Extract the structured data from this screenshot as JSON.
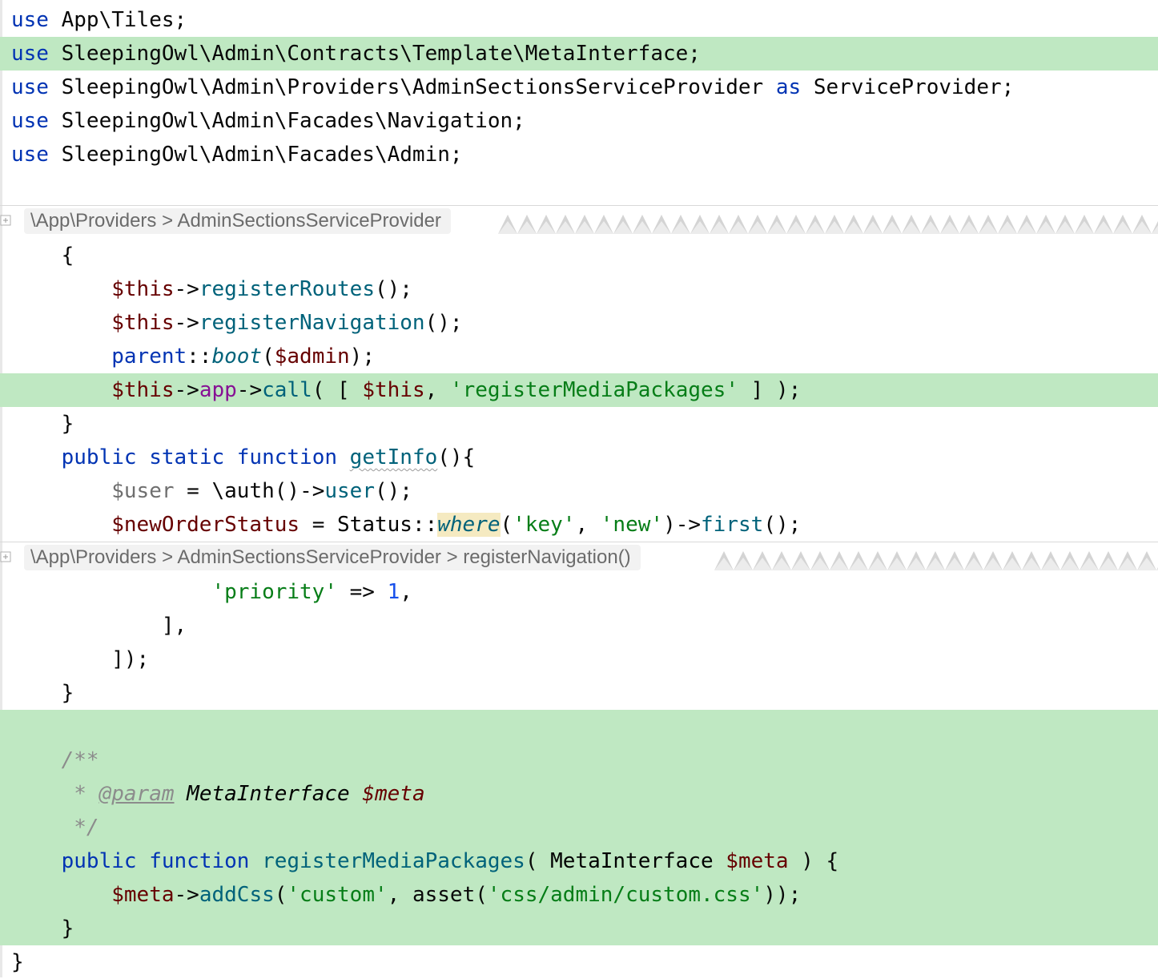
{
  "imports": {
    "l1": {
      "kw": "use",
      "path": "App\\Tiles;"
    },
    "l2": {
      "kw": "use",
      "path": "SleepingOwl\\Admin\\Contracts\\Template\\MetaInterface;"
    },
    "l3": {
      "kw": "use",
      "path": "SleepingOwl\\Admin\\Providers\\AdminSectionsServiceProvider",
      "as": "as",
      "alias": "ServiceProvider;"
    },
    "l4": {
      "kw": "use",
      "path": "SleepingOwl\\Admin\\Facades\\Navigation;"
    },
    "l5": {
      "kw": "use",
      "path": "SleepingOwl\\Admin\\Facades\\Admin;"
    }
  },
  "breadcrumbs": {
    "first": "\\App\\Providers > AdminSectionsServiceProvider",
    "second": "\\App\\Providers > AdminSectionsServiceProvider > registerNavigation()"
  },
  "code": {
    "brace_open": "{",
    "this": "$this",
    "arrow": "->",
    "registerRoutes": "registerRoutes",
    "registerNavigation": "registerNavigation",
    "call_end": "();",
    "parent": "parent",
    "dcolon": "::",
    "boot": "boot",
    "admin_arg": "$admin",
    "paren_open": "(",
    "paren_close_semi": ");",
    "app": "app",
    "call": "call",
    "call_open": "( [ ",
    "comma": ", ",
    "registerMediaPackages_str": "'registerMediaPackages'",
    "call_close": " ] );",
    "brace_close": "}",
    "public": "public",
    "static": "static",
    "function": "function",
    "getInfo": "getInfo",
    "getInfo_end": "(){",
    "user_var": "$user",
    "assign": " = ",
    "auth": "\\auth()",
    "user": "user",
    "newOrderStatus": "$newOrderStatus",
    "status_cls": "Status",
    "where": "where",
    "key_str": "'key'",
    "new_str": "'new'",
    "first": "first",
    "close_paren": ")",
    "priority_str": "'priority'",
    "fat_arrow": " => ",
    "one": "1",
    "trail_comma": ",",
    "bracket_close_comma": "],",
    "bracket_close_semi": "]);",
    "doc_open": "/**",
    "doc_star": " * ",
    "doc_param": "@param",
    "doc_type": " MetaInterface ",
    "doc_var": "$meta",
    "doc_close": " */",
    "registerMediaPackages": "registerMediaPackages",
    "rmp_open": "( ",
    "meta_type": "MetaInterface ",
    "meta_var": "$meta",
    "rmp_close": " ) {",
    "addCss": "addCss",
    "custom_str": "'custom'",
    "asset": "asset",
    "css_path_str": "'css/admin/custom.css'",
    "double_close": "));",
    "final_brace": "}"
  },
  "colors": {
    "added_highlight": "#bfe8c2",
    "keyword": "#0033b3",
    "string": "#067d17",
    "function": "#00627a",
    "variable": "#660000",
    "number": "#1750eb",
    "comment": "#8c8c8c"
  }
}
